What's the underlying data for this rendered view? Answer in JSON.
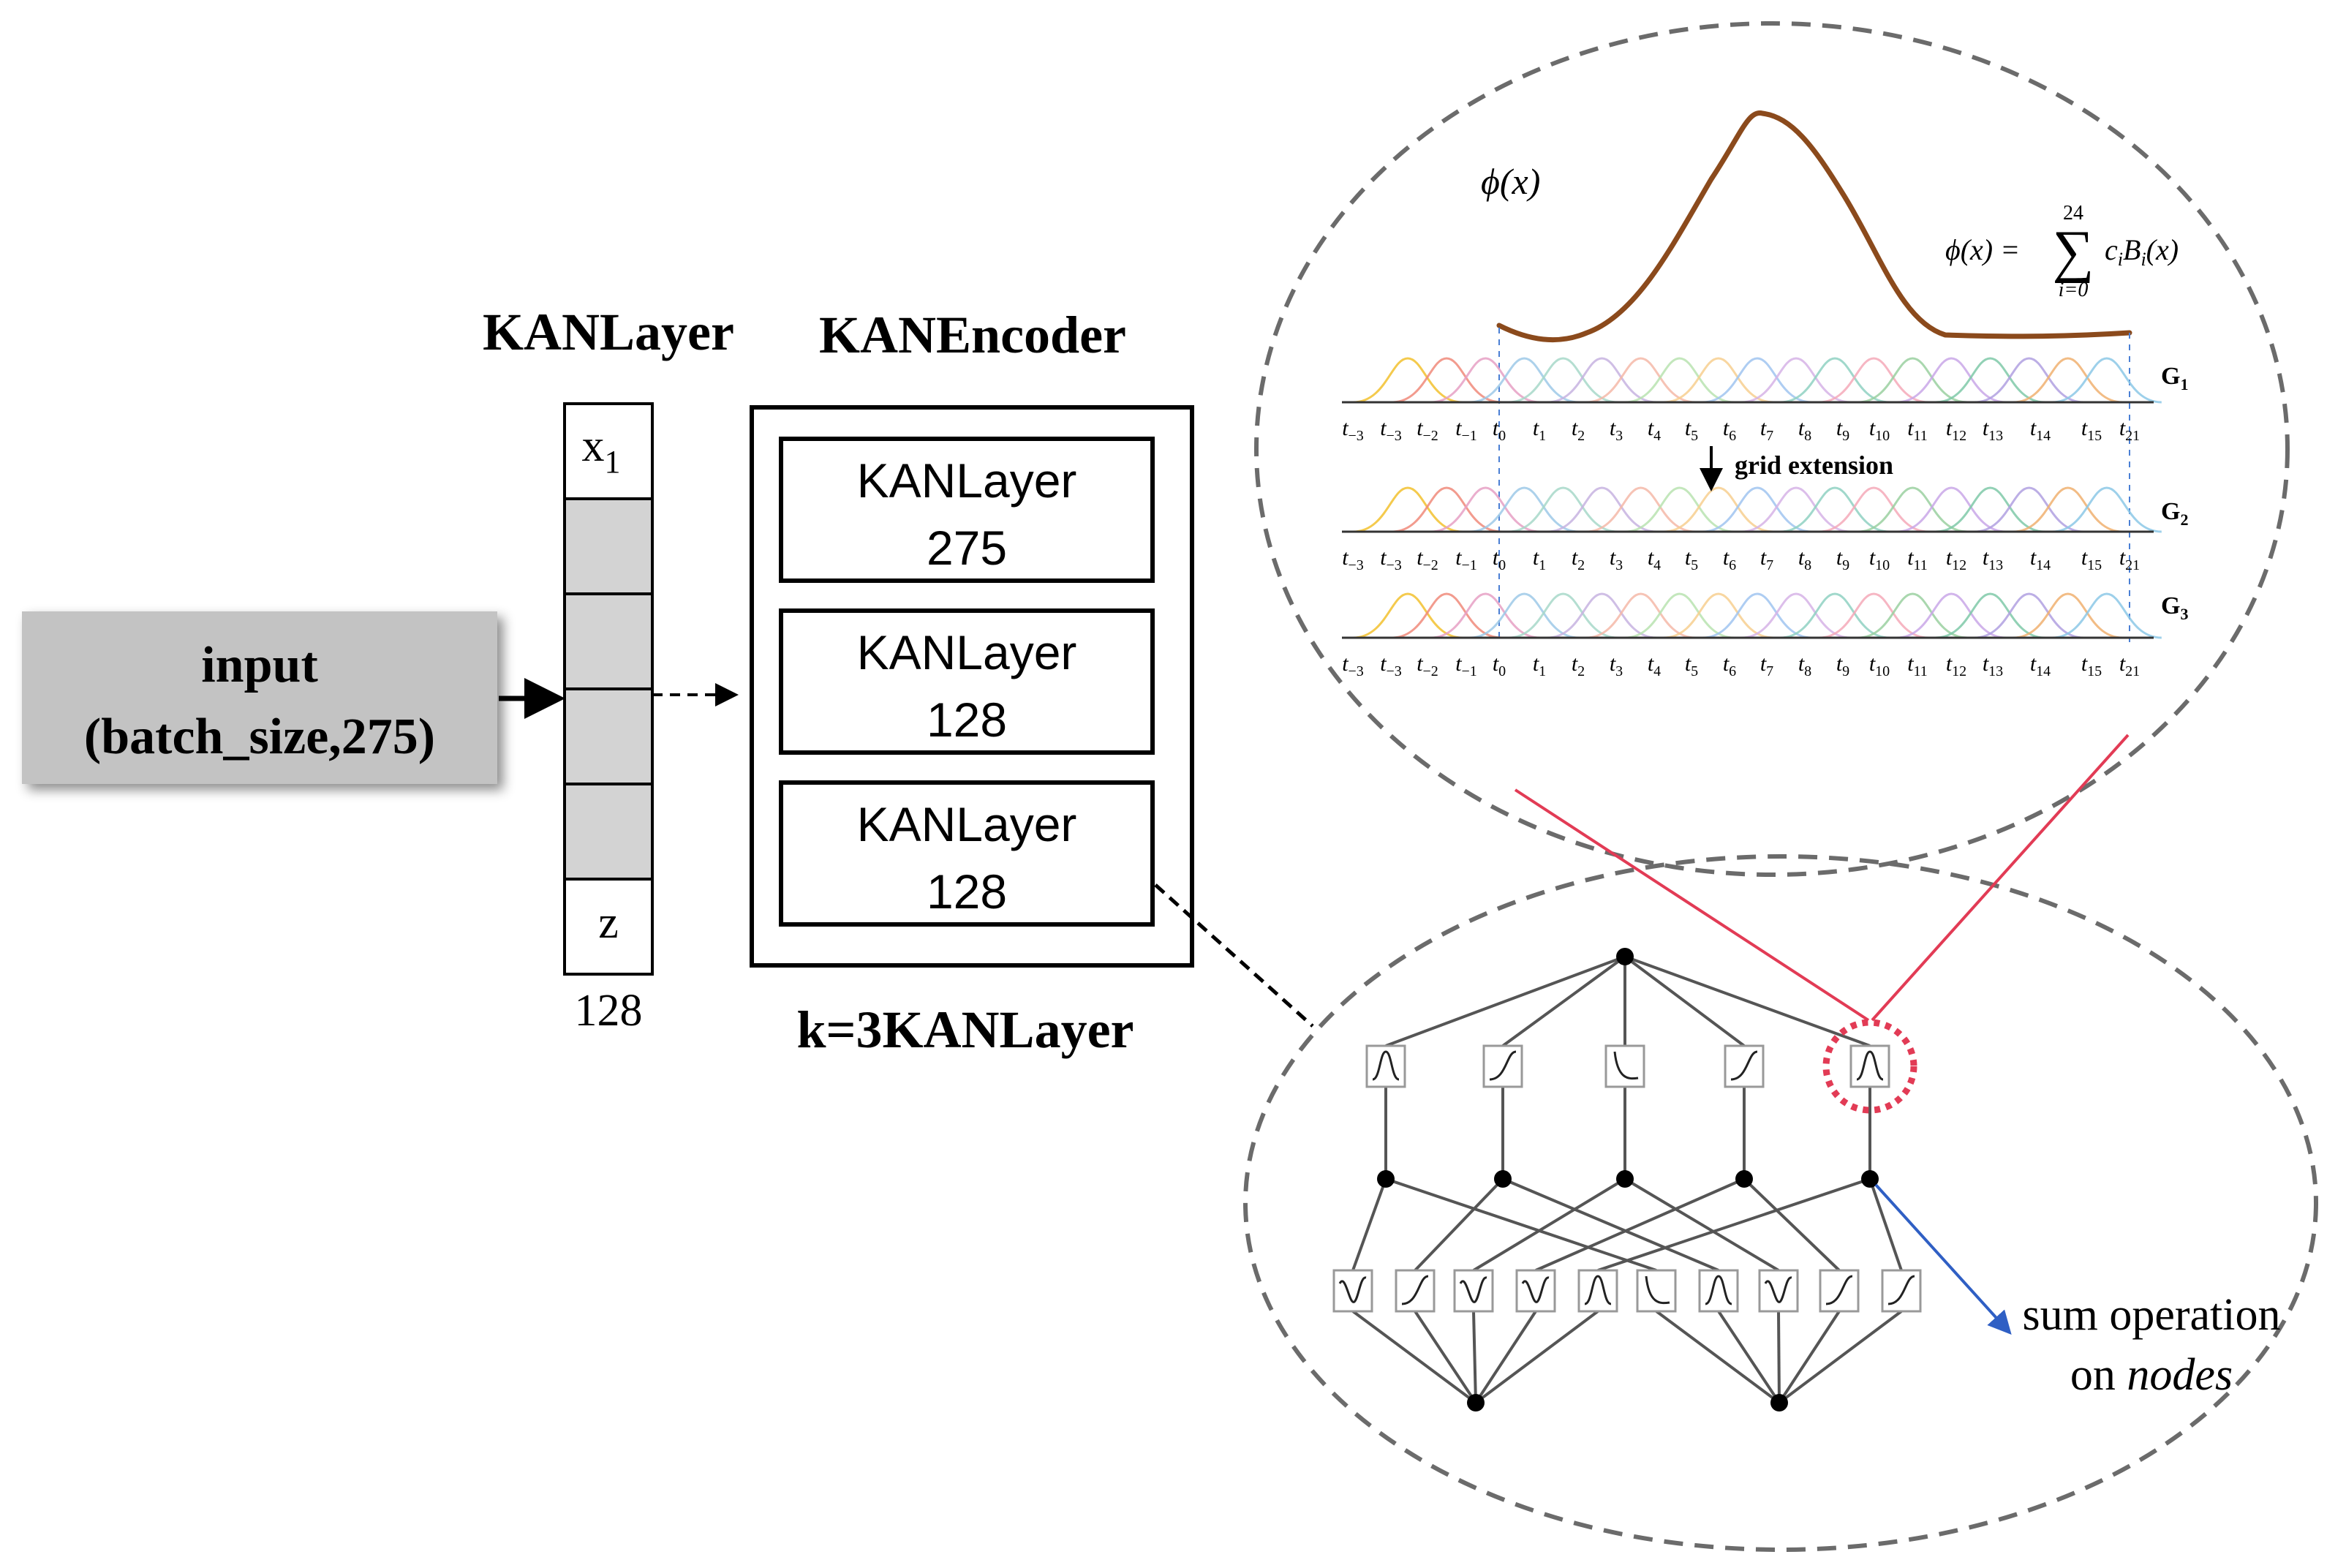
{
  "labels": {
    "kanlayer_title": "KANLayer",
    "kanencoder_title": "KANEncoder",
    "input_line1": "input",
    "input_line2": "(batch_size,275)",
    "vector_top": "x",
    "vector_top_sub": "1",
    "vector_bottom": "z",
    "vector_size": "128",
    "k_label": "k=3KANLayer",
    "sum_line1": "sum operation",
    "sum_line2_prefix": "on ",
    "sum_line2_italic": "nodes"
  },
  "encoder_layers": [
    {
      "name": "KANLayer",
      "size": "275"
    },
    {
      "name": "KANLayer",
      "size": "128"
    },
    {
      "name": "KANLayer",
      "size": "128"
    }
  ],
  "spline_panel": {
    "phi_label": "ϕ(x)",
    "formula_lhs": "ϕ(x) = ",
    "formula_upper": "24",
    "formula_sigma": "∑",
    "formula_lower": "i=0",
    "formula_rhs": "c",
    "formula_rhs_sub": "i",
    "formula_rhs_tail": "B",
    "formula_rhs_sub2": "i",
    "formula_rhs_end": "(x)",
    "grid_extension": "grid extension",
    "grids": [
      "G",
      "G",
      "G"
    ],
    "grid_subs": [
      "1",
      "2",
      "3"
    ],
    "knot_subs": [
      "−3",
      "−3",
      "−2",
      "−1",
      "0",
      "1",
      "2",
      "3",
      "4",
      "5",
      "6",
      "7",
      "8",
      "9",
      "10",
      "11",
      "12",
      "13",
      "14",
      "15",
      "21"
    ],
    "knot_letter": "t",
    "basis_colors": [
      "#f2c12e",
      "#f08a7a",
      "#e6a0c4",
      "#9ec9e8",
      "#a7d8c9",
      "#c7b3e0",
      "#f5b8a8",
      "#b9e3b0",
      "#f7cf8f",
      "#a0c4f0",
      "#d6b3e6",
      "#8fd1c2",
      "#f4a9b8",
      "#9ad0a0",
      "#c9a7e8",
      "#7fc9a8",
      "#b0a0e0",
      "#f0b070",
      "#8cc8e6",
      "#6dbf8f",
      "#b99ae0"
    ],
    "curve_color": "#8b4a1c"
  },
  "network": {
    "edge_color": "#555555",
    "highlight_color": "#e23b55",
    "arrow_color": "#2f5fc4"
  }
}
